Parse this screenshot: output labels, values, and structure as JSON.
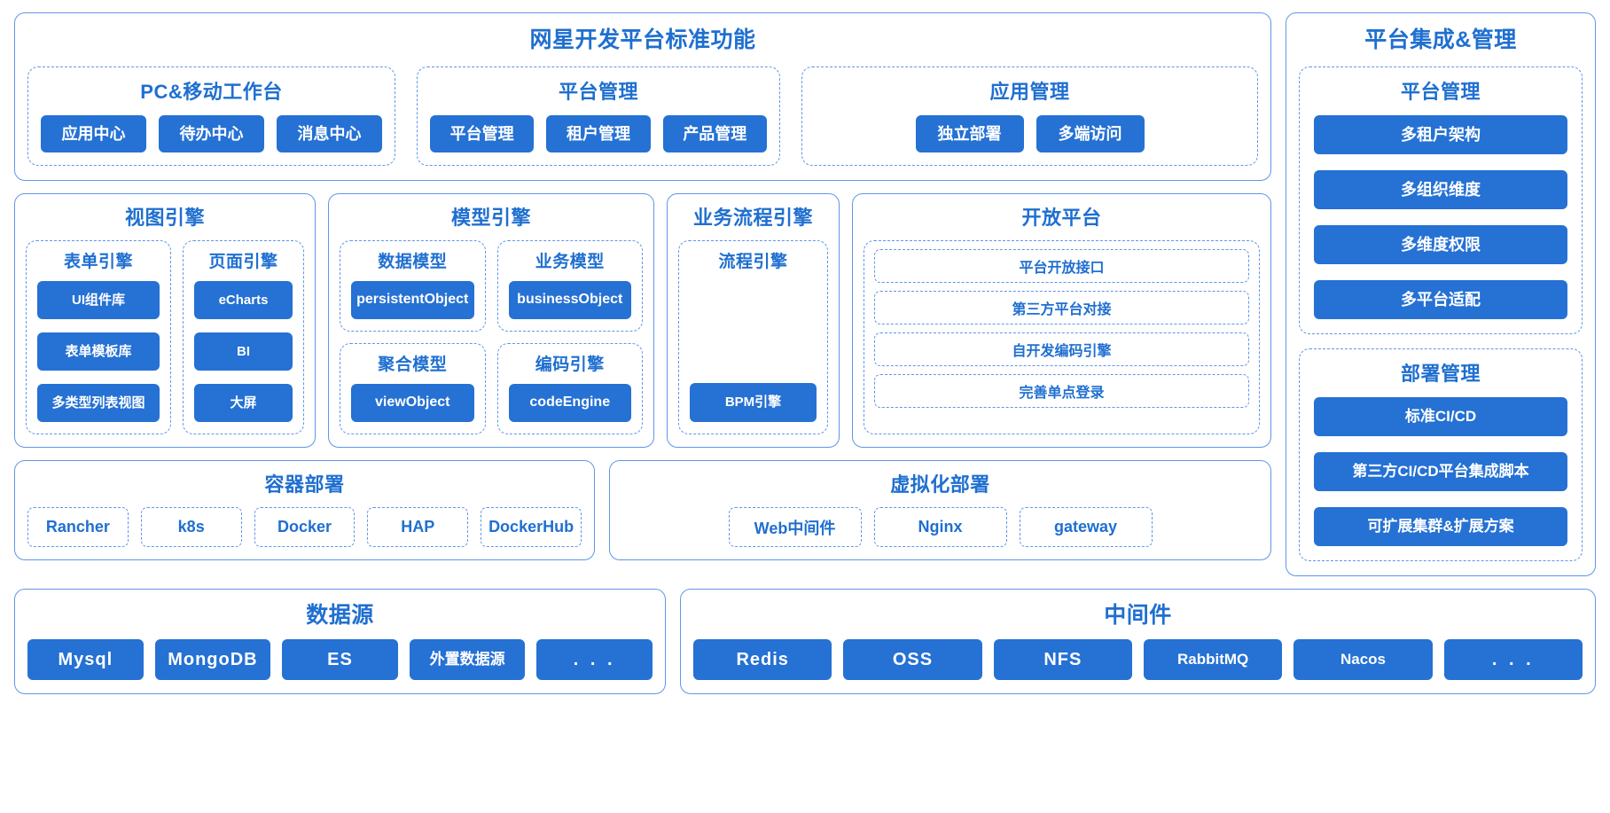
{
  "standard_functions": {
    "title": "网星开发平台标准功能",
    "groups": [
      {
        "title": "PC&移动工作台",
        "items": [
          "应用中心",
          "待办中心",
          "消息中心"
        ]
      },
      {
        "title": "平台管理",
        "items": [
          "平台管理",
          "租户管理",
          "产品管理"
        ]
      },
      {
        "title": "应用管理",
        "items": [
          "独立部署",
          "多端访问"
        ]
      }
    ]
  },
  "view_engine": {
    "title": "视图引擎",
    "sub": [
      {
        "title": "表单引擎",
        "items": [
          "UI组件库",
          "表单模板库",
          "多类型列表视图"
        ]
      },
      {
        "title": "页面引擎",
        "items": [
          "eCharts",
          "BI",
          "大屏"
        ]
      }
    ]
  },
  "model_engine": {
    "title": "模型引擎",
    "sub": [
      {
        "title": "数据模型",
        "items": [
          "persistentObject"
        ]
      },
      {
        "title": "业务模型",
        "items": [
          "businessObject"
        ]
      },
      {
        "title": "聚合模型",
        "items": [
          "viewObject"
        ]
      },
      {
        "title": "编码引擎",
        "items": [
          "codeEngine"
        ]
      }
    ]
  },
  "process_engine": {
    "title": "业务流程引擎",
    "sub": [
      {
        "title": "流程引擎",
        "items": [
          "BPM引擎"
        ]
      }
    ]
  },
  "open_platform": {
    "title": "开放平台",
    "items": [
      "平台开放接口",
      "第三方平台对接",
      "自开发编码引擎",
      "完善单点登录"
    ]
  },
  "container_deploy": {
    "title": "容器部署",
    "items": [
      "Rancher",
      "k8s",
      "Docker",
      "HAP",
      "DockerHub"
    ]
  },
  "virtual_deploy": {
    "title": "虚拟化部署",
    "items": [
      "Web中间件",
      "Nginx",
      "gateway"
    ]
  },
  "datasource": {
    "title": "数据源",
    "items": [
      "Mysql",
      "MongoDB",
      "ES",
      "外置数据源",
      ". . ."
    ]
  },
  "middleware": {
    "title": "中间件",
    "items": [
      "Redis",
      "OSS",
      "NFS",
      "RabbitMQ",
      "Nacos",
      ". . ."
    ]
  },
  "platform_integration": {
    "title": "平台集成&管理",
    "groups": [
      {
        "title": "平台管理",
        "items": [
          "多租户架构",
          "多组织维度",
          "多维度权限",
          "多平台适配"
        ]
      },
      {
        "title": "部署管理",
        "items": [
          "标准CI/CD",
          "第三方CI/CD平台集成脚本",
          "可扩展集群&扩展方案"
        ]
      }
    ]
  },
  "colors": {
    "chip_fill": "#2571d4",
    "border": "#5f96e8",
    "title_text": "#1f6fd0",
    "background": "#ffffff"
  }
}
